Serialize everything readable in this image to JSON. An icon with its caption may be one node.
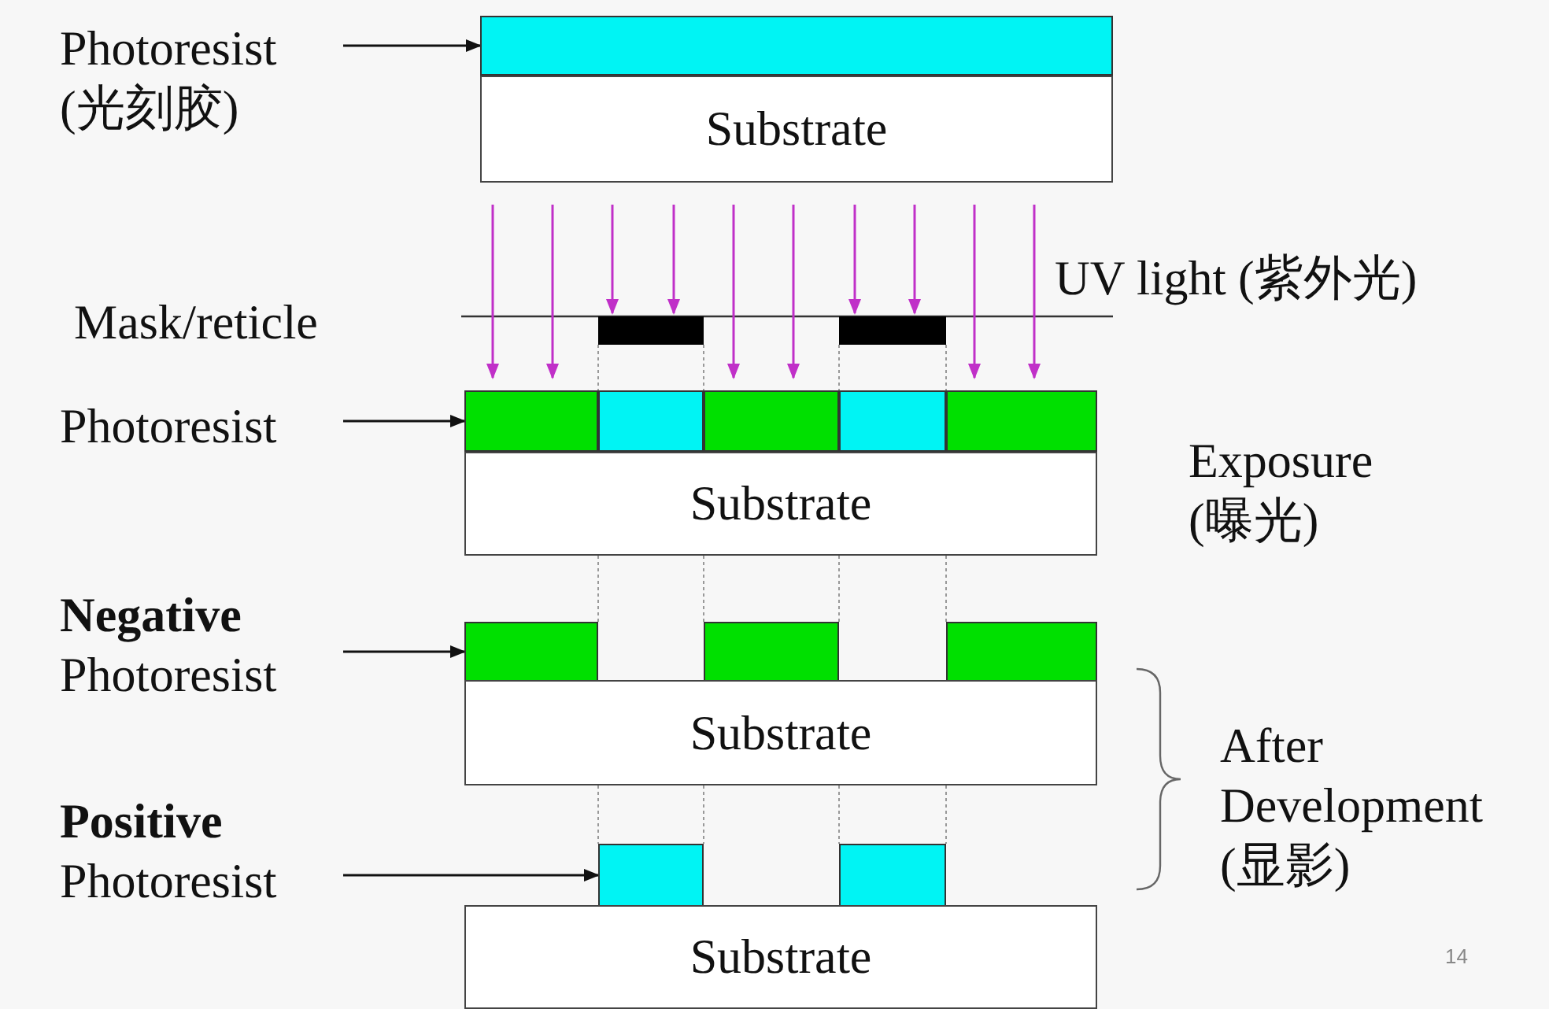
{
  "diagram": {
    "nodes": [
      {
        "text": [
          "Photoresist (光刻胶)"
        ]
      },
      {
        "text": [],
        "shape": "box"
      },
      {
        "text": [
          "Substrate"
        ]
      },
      {
        "text": [
          "Photoresist"
        ]
      },
      {
        "text": [],
        "shape": "box"
      },
      {
        "text": [],
        "shape": "box"
      },
      {
        "text": [],
        "shape": "box"
      },
      {
        "text": [],
        "shape": "box"
      },
      {
        "text": [],
        "shape": "box"
      },
      {
        "text": [
          "Substrate"
        ]
      },
      {
        "text": [
          "Negative",
          "Photoresist"
        ]
      },
      {
        "text": [],
        "shape": "box"
      },
      {
        "text": [],
        "shape": "box"
      },
      {
        "text": [],
        "shape": "box"
      },
      {
        "text": [
          "Substrate"
        ]
      },
      {
        "text": [
          "Positive",
          "Photoresist"
        ]
      },
      {
        "text": [],
        "shape": "box"
      },
      {
        "text": [],
        "shape": "box"
      },
      {
        "text": [
          "Substrate"
        ]
      }
    ],
    "edges": [
      {
        "from": 0,
        "to": 1,
        "arrow": "to"
      },
      {
        "from": 3,
        "to": 4,
        "arrow": "to"
      },
      {
        "from": 10,
        "to": 11,
        "arrow": "to"
      },
      {
        "from": 15,
        "to": 16,
        "arrow": "to"
      }
    ],
    "labels": [
      "UV light (紫外光)",
      "Mask/reticle",
      "Exposure (曝光)",
      "After Development (显影)",
      "14"
    ]
  }
}
